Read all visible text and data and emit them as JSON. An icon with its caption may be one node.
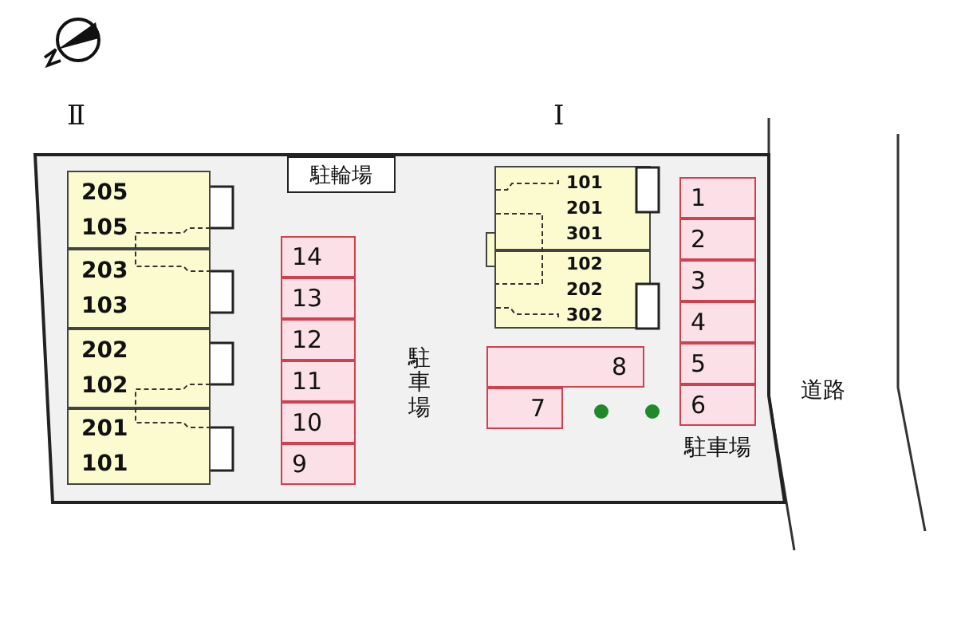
{
  "diagram": {
    "nodes": [
      {
        "text": [],
        "shape": "box"
      },
      {
        "text": [
          "205",
          "105"
        ],
        "in": 0
      },
      {
        "text": [
          "203",
          "103"
        ],
        "in": 0
      },
      {
        "text": [
          "202",
          "102"
        ],
        "in": 0
      },
      {
        "text": [
          "201",
          "101"
        ],
        "in": 0
      },
      {
        "text": [
          "駐輪場"
        ],
        "in": 0
      },
      {
        "text": [
          "14"
        ],
        "in": 0
      },
      {
        "text": [
          "13"
        ],
        "in": 0
      },
      {
        "text": [
          "12"
        ],
        "in": 0
      },
      {
        "text": [
          "11"
        ],
        "in": 0
      },
      {
        "text": [
          "10"
        ],
        "in": 0
      },
      {
        "text": [
          "9"
        ],
        "in": 0
      },
      {
        "text": [
          "101",
          "201",
          "301"
        ],
        "in": 0
      },
      {
        "text": [
          "102",
          "202",
          "302"
        ],
        "in": 0
      },
      {
        "text": [
          "8"
        ],
        "in": 0
      },
      {
        "text": [
          "7"
        ],
        "in": 0
      },
      {
        "text": [
          "1"
        ],
        "in": 0
      },
      {
        "text": [
          "2"
        ],
        "in": 0
      },
      {
        "text": [
          "3"
        ],
        "in": 0
      },
      {
        "text": [
          "4"
        ],
        "in": 0
      },
      {
        "text": [
          "5"
        ],
        "in": 0
      },
      {
        "text": [
          "6"
        ],
        "in": 0
      }
    ],
    "edges": [],
    "labels": [
      "Ⅱ",
      "Ⅰ",
      "駐車場",
      "道路",
      "駐車場"
    ]
  }
}
